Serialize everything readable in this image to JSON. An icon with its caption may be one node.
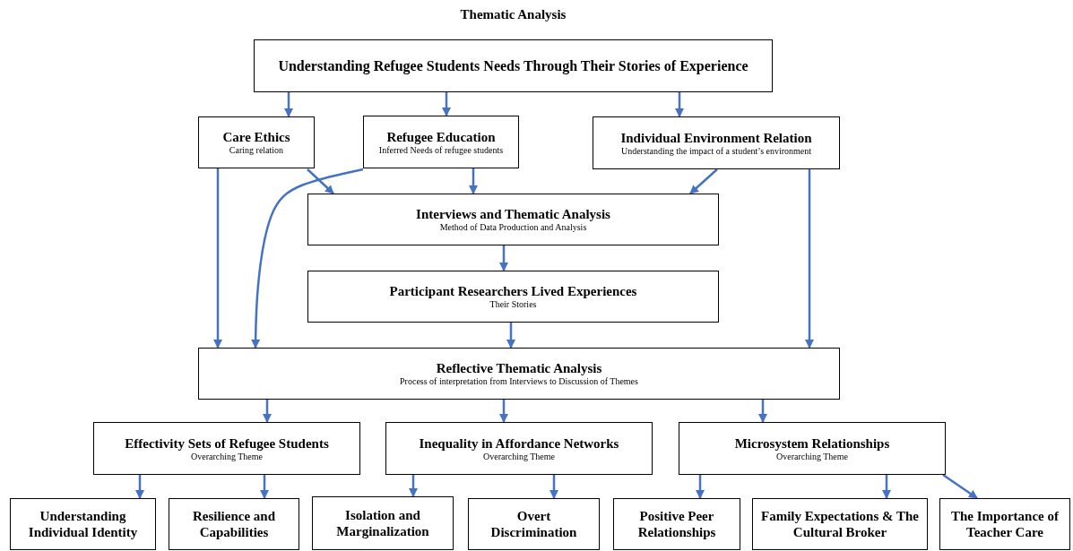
{
  "diagram": {
    "title": "Thematic Analysis",
    "nodes": [
      {
        "text": [
          "Understanding Refugee Students Needs Through Their Stories of Experience"
        ]
      },
      {
        "text": [
          "Care Ethics",
          "Caring relation"
        ]
      },
      {
        "text": [
          "Refugee Education",
          "Inferred Needs of refugee students"
        ]
      },
      {
        "text": [
          "Individual Environment Relation",
          "Understanding the impact of a student’s environment"
        ]
      },
      {
        "text": [
          "Interviews and Thematic Analysis",
          "Method of Data Production and Analysis"
        ]
      },
      {
        "text": [
          "Participant Researchers Lived Experiences",
          "Their Stories"
        ]
      },
      {
        "text": [
          "Reflective Thematic Analysis",
          "Process of interpretation from Interviews to Discussion of Themes"
        ]
      },
      {
        "text": [
          "Effectivity Sets of Refugee Students",
          "Overarching Theme"
        ]
      },
      {
        "text": [
          "Inequality in Affordance Networks",
          "Overarching Theme"
        ]
      },
      {
        "text": [
          "Microsystem Relationships",
          "Overarching Theme"
        ]
      },
      {
        "text": [
          "Understanding Individual Identity"
        ]
      },
      {
        "text": [
          "Resilience and Capabilities"
        ]
      },
      {
        "text": [
          "Isolation and Marginalization"
        ]
      },
      {
        "text": [
          "Overt Discrimination"
        ]
      },
      {
        "text": [
          "Positive Peer Relationships"
        ]
      },
      {
        "text": [
          "Family Expectations & The Cultural Broker"
        ]
      },
      {
        "text": [
          "The Importance of Teacher Care"
        ]
      }
    ],
    "edges": [
      {
        "from": 0,
        "to": 1,
        "arrow": "to"
      },
      {
        "from": 0,
        "to": 2,
        "arrow": "to"
      },
      {
        "from": 0,
        "to": 3,
        "arrow": "to"
      },
      {
        "from": 1,
        "to": 4,
        "arrow": "to"
      },
      {
        "from": 1,
        "to": 6,
        "arrow": "to"
      },
      {
        "from": 2,
        "to": 4,
        "arrow": "to"
      },
      {
        "from": 2,
        "to": 6,
        "arrow": "to"
      },
      {
        "from": 3,
        "to": 4,
        "arrow": "to"
      },
      {
        "from": 3,
        "to": 6,
        "arrow": "to"
      },
      {
        "from": 4,
        "to": 5,
        "arrow": "to"
      },
      {
        "from": 5,
        "to": 6,
        "arrow": "to"
      },
      {
        "from": 6,
        "to": 7,
        "arrow": "to"
      },
      {
        "from": 6,
        "to": 8,
        "arrow": "to"
      },
      {
        "from": 6,
        "to": 9,
        "arrow": "to"
      },
      {
        "from": 7,
        "to": 10,
        "arrow": "to"
      },
      {
        "from": 7,
        "to": 11,
        "arrow": "to"
      },
      {
        "from": 8,
        "to": 12,
        "arrow": "to"
      },
      {
        "from": 8,
        "to": 13,
        "arrow": "to"
      },
      {
        "from": 9,
        "to": 14,
        "arrow": "to"
      },
      {
        "from": 9,
        "to": 15,
        "arrow": "to"
      },
      {
        "from": 9,
        "to": 16,
        "arrow": "to"
      }
    ]
  }
}
